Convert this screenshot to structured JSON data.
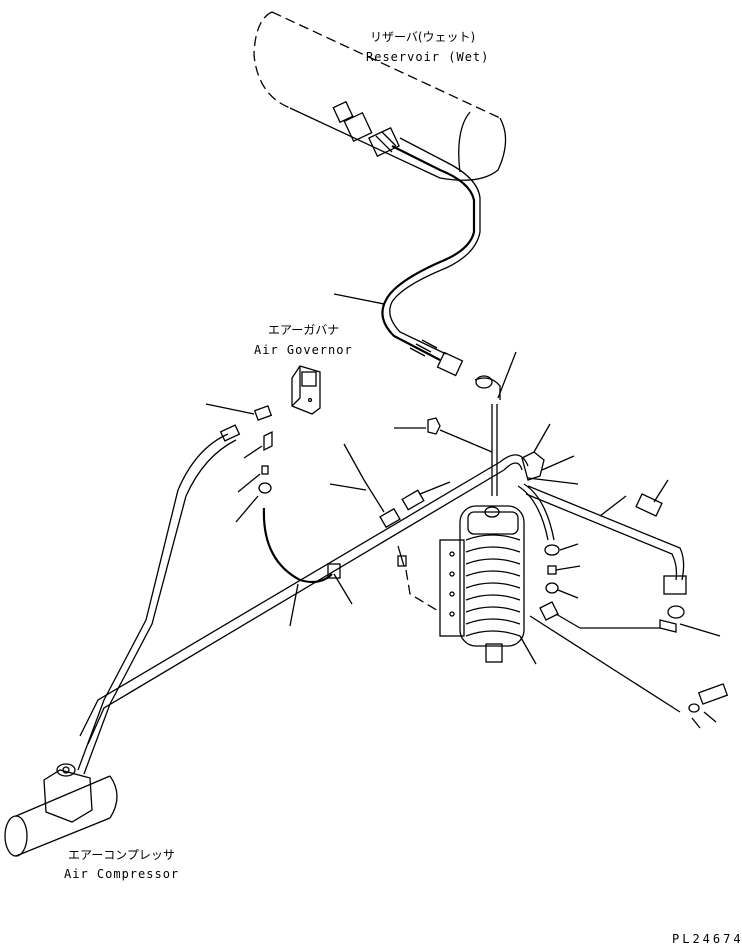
{
  "components": {
    "reservoir": {
      "label_jp": "リザーバ(ウェット)",
      "label_en": "Reservoir (Wet)"
    },
    "air_governor": {
      "label_jp": "エアーガバナ",
      "label_en": "Air Governor"
    },
    "air_compressor": {
      "label_jp": "エアーコンプレッサ",
      "label_en": "Air Compressor"
    }
  },
  "drawing_number": "PL24674"
}
